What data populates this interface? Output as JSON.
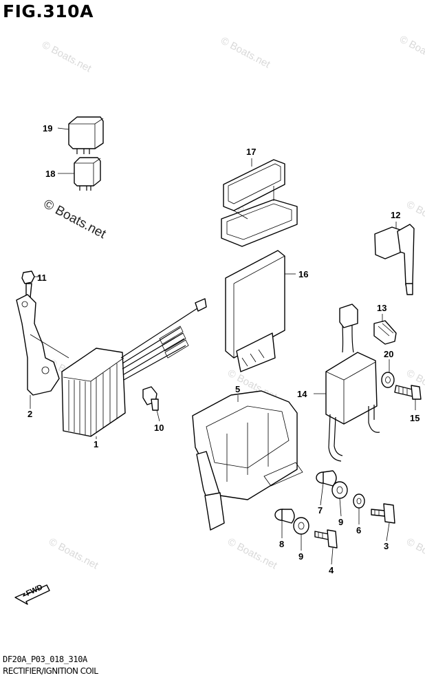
{
  "figure": {
    "title": "FIG.310A",
    "code": "DF20A_P03_018_310A",
    "name": "RECTIFIER/IGNITION COIL",
    "fwd_label": "FWD"
  },
  "watermarks": {
    "faint": "© Boats.net",
    "strong": "© Boats.net"
  },
  "callouts": [
    {
      "id": "c1",
      "label": "1"
    },
    {
      "id": "c2",
      "label": "2"
    },
    {
      "id": "c3",
      "label": "3"
    },
    {
      "id": "c4",
      "label": "4"
    },
    {
      "id": "c5",
      "label": "5"
    },
    {
      "id": "c6",
      "label": "6"
    },
    {
      "id": "c7",
      "label": "7"
    },
    {
      "id": "c8",
      "label": "8"
    },
    {
      "id": "c9a",
      "label": "9"
    },
    {
      "id": "c9b",
      "label": "9"
    },
    {
      "id": "c10",
      "label": "10"
    },
    {
      "id": "c11",
      "label": "11"
    },
    {
      "id": "c12",
      "label": "12"
    },
    {
      "id": "c13",
      "label": "13"
    },
    {
      "id": "c14",
      "label": "14"
    },
    {
      "id": "c15",
      "label": "15"
    },
    {
      "id": "c16",
      "label": "16"
    },
    {
      "id": "c17",
      "label": "17"
    },
    {
      "id": "c18",
      "label": "18"
    },
    {
      "id": "c19",
      "label": "19"
    },
    {
      "id": "c20",
      "label": "20"
    }
  ]
}
